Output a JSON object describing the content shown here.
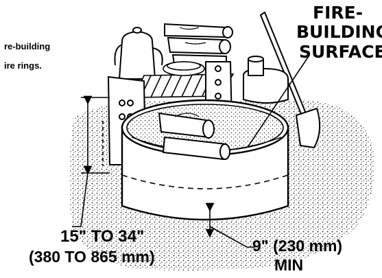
{
  "figure": {
    "side_text": [
      "re-building",
      "ire rings."
    ],
    "label_surface": [
      "FIRE-",
      "BUILDING",
      "SURFACE"
    ],
    "label_height": [
      "15\" TO 34\"",
      "(380 TO 865 mm)"
    ],
    "label_depth": [
      "9\" (230 mm)",
      "MIN"
    ]
  }
}
